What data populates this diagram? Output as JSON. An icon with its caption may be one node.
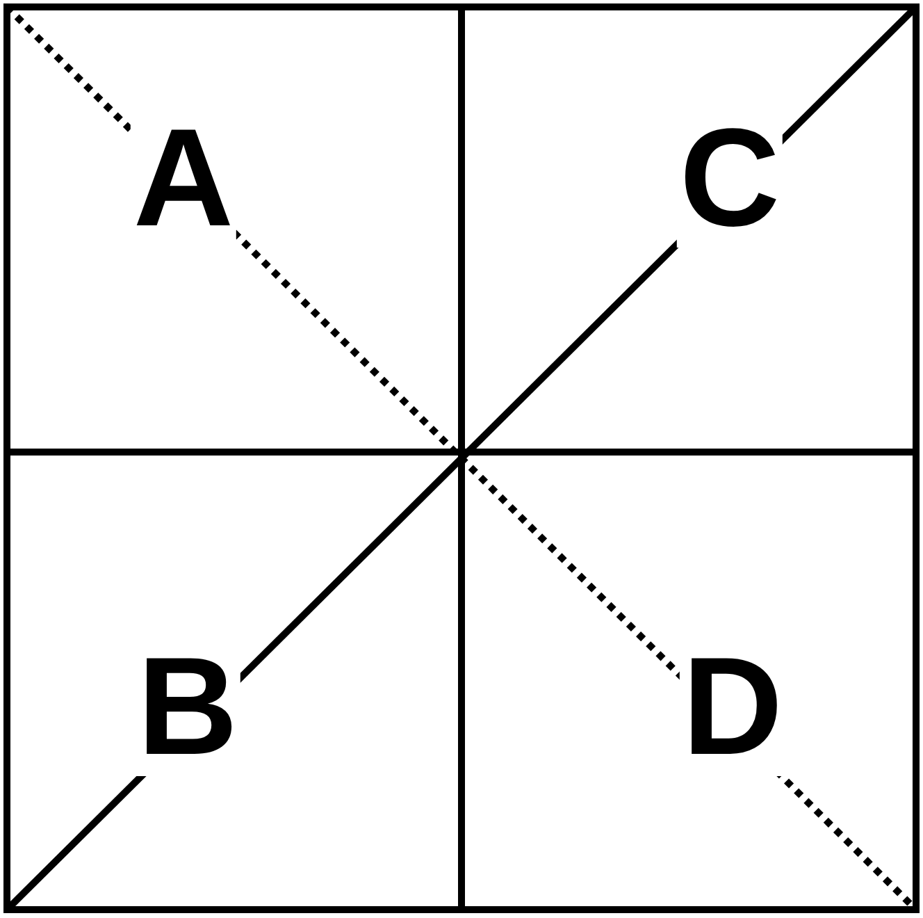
{
  "diagram": {
    "labels": [
      "A",
      "C",
      "B",
      "D"
    ]
  }
}
